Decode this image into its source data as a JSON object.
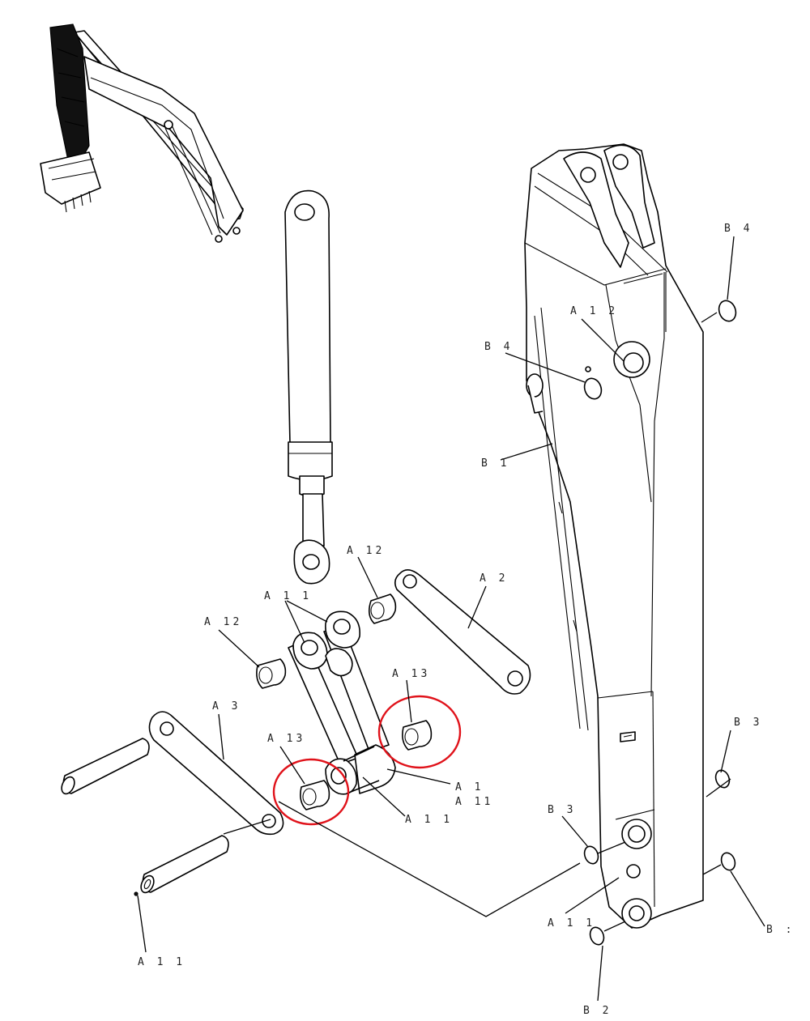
{
  "colors": {
    "line": "#000000",
    "highlight": "#e0121a",
    "background": "#ffffff"
  },
  "labels": {
    "b4_top": "B 4",
    "a12_boom": "A 1 2",
    "b4_left": "B 4",
    "b1": "B 1",
    "a12_link": "A 12",
    "a2": "A 2",
    "a11_top": "A 1 1",
    "a12_left": "A 12",
    "a13_right": "A 13",
    "a3": "A 3",
    "a13_left": "A 13",
    "a1": "A 1",
    "a11_right": "A 11",
    "a11_mid": "A 1 1",
    "b3_right": "B 3",
    "b3_left": "B 3",
    "a11_bottom_right": "A 1 1",
    "b2": "B 2",
    "b_edge": "B :",
    "a11_bottom_left": "A 1 1"
  }
}
